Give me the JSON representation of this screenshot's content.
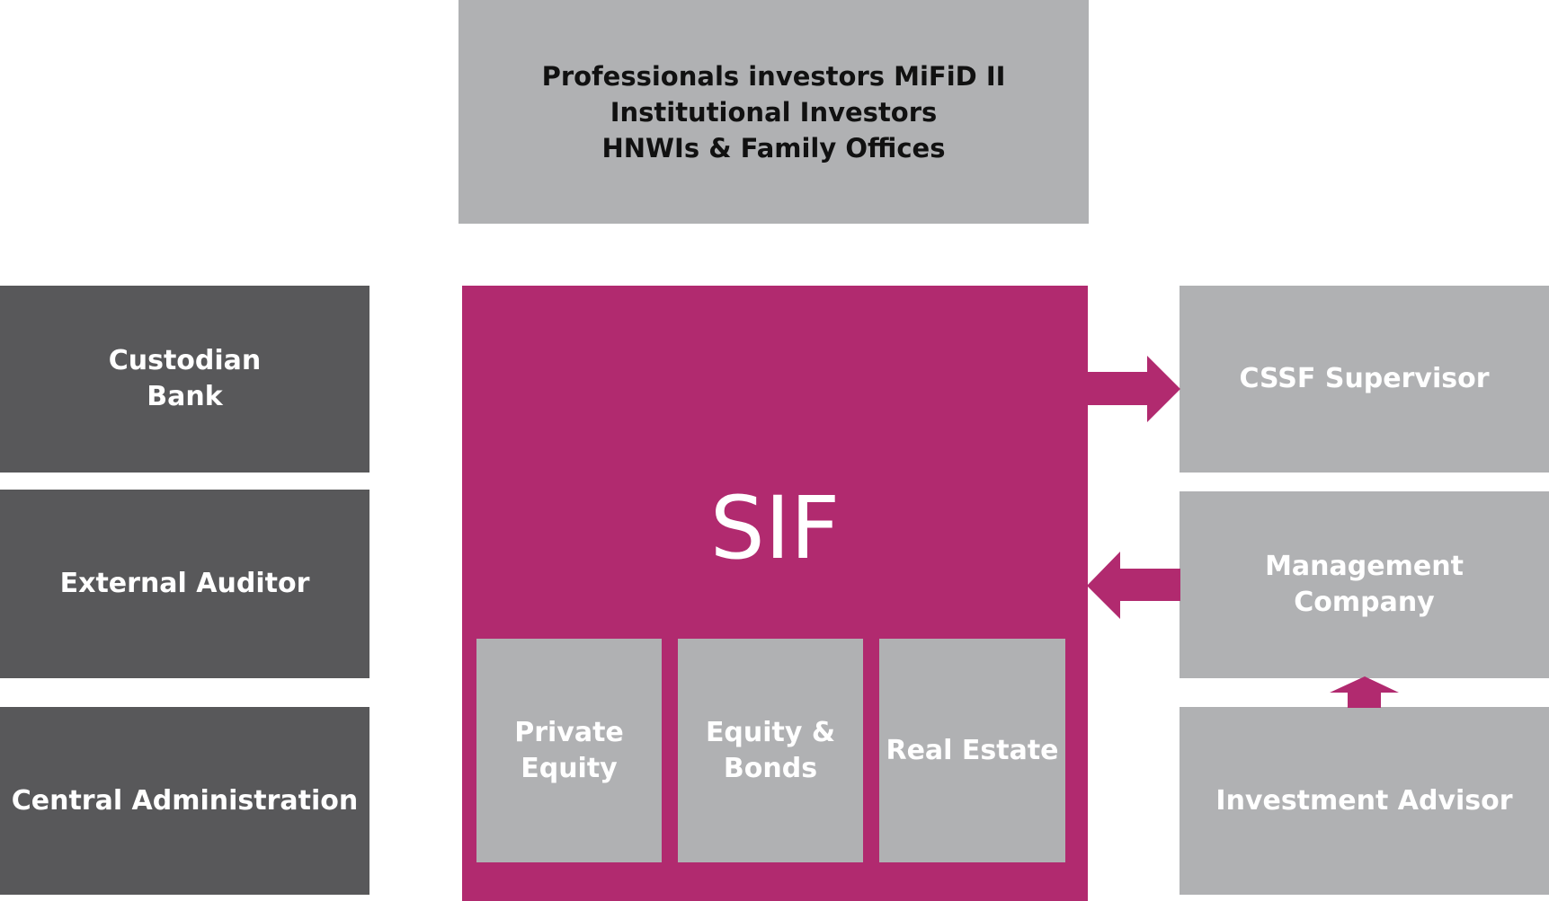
{
  "investors": {
    "lines": [
      "Professionals investors MiFiD II",
      "Institutional Investors",
      "HNWIs & Family Offices"
    ]
  },
  "left_boxes": {
    "custodian": "Custodian\nBank",
    "auditor": "External Auditor",
    "administration": "Central Administration"
  },
  "center": {
    "title": "SIF",
    "compartments": [
      "Private\nEquity",
      "Equity &\nBonds",
      "Real Estate"
    ]
  },
  "right_boxes": {
    "supervisor": "CSSF Supervisor",
    "management": "Management\nCompany",
    "advisor": "Investment Advisor"
  },
  "colors": {
    "magenta": "#b12a6f",
    "gray": "#b0b1b3",
    "dark_gray": "#58585a"
  }
}
